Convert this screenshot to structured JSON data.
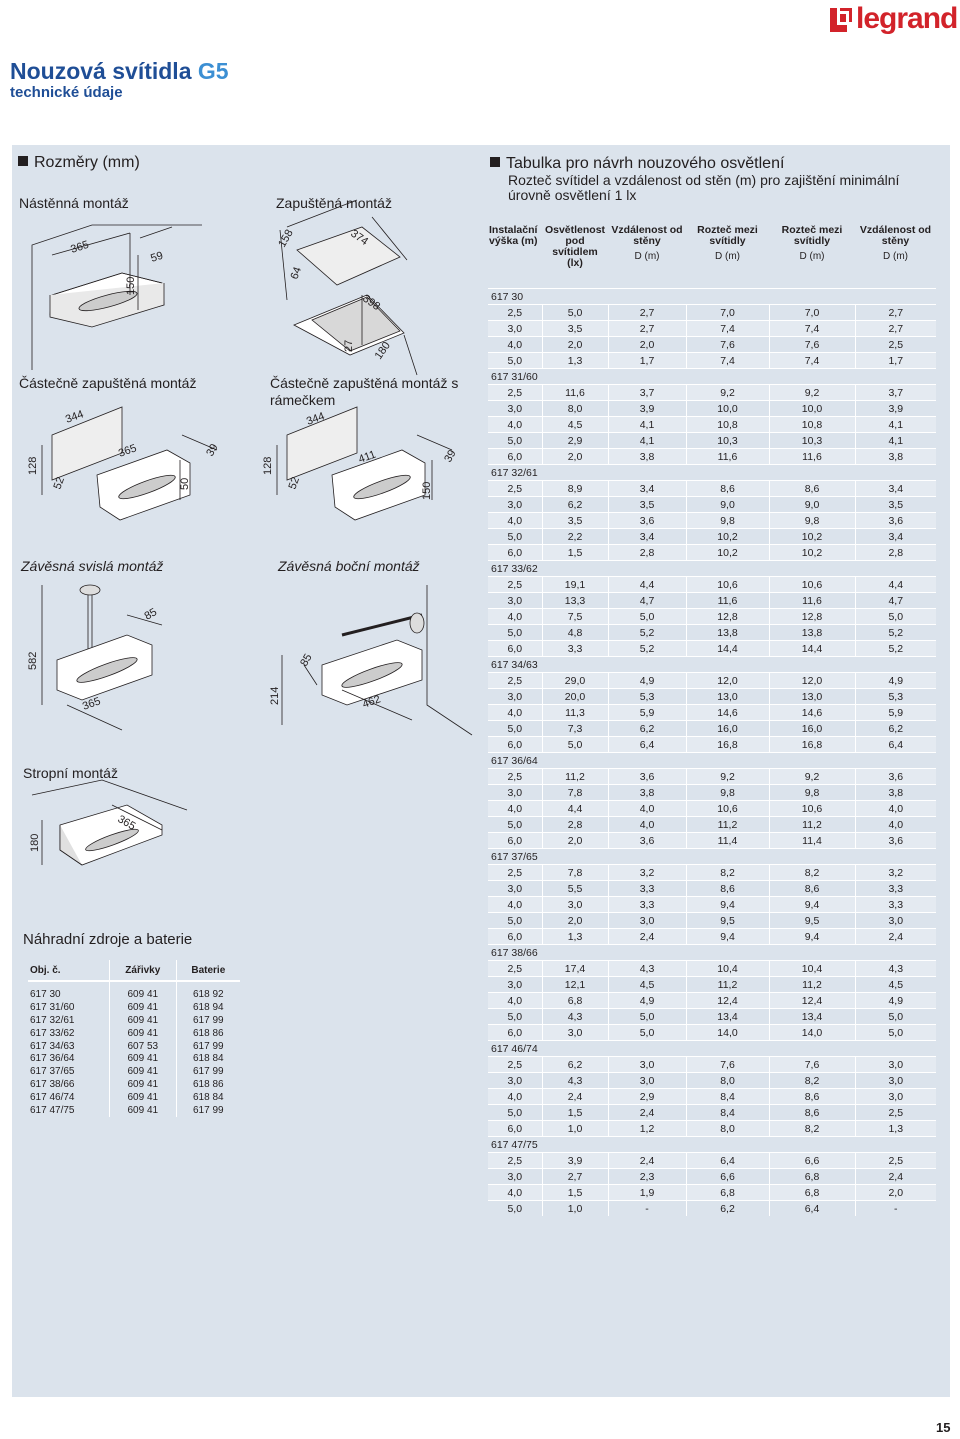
{
  "brand": {
    "name": "legrand",
    "color": "#d2232a"
  },
  "header": {
    "title_main": "Nouzová svítidla",
    "title_accent": "G5",
    "subtitle": "technické údaje"
  },
  "dimensions": {
    "heading": "Rozměry (mm)",
    "labels": {
      "wall": "Nástěnná montáž",
      "recessed": "Zapuštěná montáž",
      "semi_recessed": "Částečně zapuštěná montáž",
      "semi_recessed_frame": "Částečně zapuštěná montáž s rámečkem",
      "pendant_vertical": "Závěsná svislá montáž",
      "pendant_side": "Závěsná boční montáž",
      "ceiling": "Stropní montáž"
    },
    "dims": {
      "wall": [
        "365",
        "59",
        "150"
      ],
      "recessed": [
        "158",
        "374",
        "64",
        "398",
        "27",
        "180"
      ],
      "semi_recessed": [
        "344",
        "128",
        "365",
        "52",
        "50",
        "39"
      ],
      "semi_recessed_frame": [
        "344",
        "128",
        "411",
        "52",
        "150",
        "39"
      ],
      "pendant_vertical": [
        "582",
        "85",
        "365"
      ],
      "pendant_side": [
        "214",
        "85",
        "462"
      ],
      "ceiling": [
        "180",
        "365"
      ]
    }
  },
  "spares": {
    "heading": "Náhradní zdroje a baterie",
    "columns": [
      "Obj. č.",
      "Zářivky",
      "Baterie"
    ],
    "rows": [
      [
        "617 30",
        "609 41",
        "618 92"
      ],
      [
        "617 31/60",
        "609 41",
        "618 94"
      ],
      [
        "617 32/61",
        "609 41",
        "617 99"
      ],
      [
        "617 33/62",
        "609 41",
        "618 86"
      ],
      [
        "617 34/63",
        "607 53",
        "617 99"
      ],
      [
        "617 36/64",
        "609 41",
        "618 84"
      ],
      [
        "617 37/65",
        "609 41",
        "617 99"
      ],
      [
        "617 38/66",
        "609 41",
        "618 86"
      ],
      [
        "617 46/74",
        "609 41",
        "618 84"
      ],
      [
        "617 47/75",
        "609 41",
        "617 99"
      ]
    ]
  },
  "design_table": {
    "heading": "Tabulka pro návrh nouzového osvětlení",
    "subheading": "Rozteč svítidel a vzdálenost od stěn (m) pro zajištění minimální úrovně osvětlení 1 lx",
    "columns": [
      "Instalační výška (m)",
      "Osvětlenost pod svítidlem (lx)",
      "Vzdálenost od stěny",
      "Rozteč mezi svítidly",
      "Rozteč mezi svítidly",
      "Vzdálenost od stěny"
    ],
    "d_label": "D (m)",
    "groups": [
      {
        "name": "617 30",
        "rows": [
          [
            "2,5",
            "5,0",
            "2,7",
            "7,0",
            "7,0",
            "2,7"
          ],
          [
            "3,0",
            "3,5",
            "2,7",
            "7,4",
            "7,4",
            "2,7"
          ],
          [
            "4,0",
            "2,0",
            "2,0",
            "7,6",
            "7,6",
            "2,5"
          ],
          [
            "5,0",
            "1,3",
            "1,7",
            "7,4",
            "7,4",
            "1,7"
          ]
        ]
      },
      {
        "name": "617 31/60",
        "rows": [
          [
            "2,5",
            "11,6",
            "3,7",
            "9,2",
            "9,2",
            "3,7"
          ],
          [
            "3,0",
            "8,0",
            "3,9",
            "10,0",
            "10,0",
            "3,9"
          ],
          [
            "4,0",
            "4,5",
            "4,1",
            "10,8",
            "10,8",
            "4,1"
          ],
          [
            "5,0",
            "2,9",
            "4,1",
            "10,3",
            "10,3",
            "4,1"
          ],
          [
            "6,0",
            "2,0",
            "3,8",
            "11,6",
            "11,6",
            "3,8"
          ]
        ]
      },
      {
        "name": "617 32/61",
        "rows": [
          [
            "2,5",
            "8,9",
            "3,4",
            "8,6",
            "8,6",
            "3,4"
          ],
          [
            "3,0",
            "6,2",
            "3,5",
            "9,0",
            "9,0",
            "3,5"
          ],
          [
            "4,0",
            "3,5",
            "3,6",
            "9,8",
            "9,8",
            "3,6"
          ],
          [
            "5,0",
            "2,2",
            "3,4",
            "10,2",
            "10,2",
            "3,4"
          ],
          [
            "6,0",
            "1,5",
            "2,8",
            "10,2",
            "10,2",
            "2,8"
          ]
        ]
      },
      {
        "name": "617 33/62",
        "rows": [
          [
            "2,5",
            "19,1",
            "4,4",
            "10,6",
            "10,6",
            "4,4"
          ],
          [
            "3,0",
            "13,3",
            "4,7",
            "11,6",
            "11,6",
            "4,7"
          ],
          [
            "4,0",
            "7,5",
            "5,0",
            "12,8",
            "12,8",
            "5,0"
          ],
          [
            "5,0",
            "4,8",
            "5,2",
            "13,8",
            "13,8",
            "5,2"
          ],
          [
            "6,0",
            "3,3",
            "5,2",
            "14,4",
            "14,4",
            "5,2"
          ]
        ]
      },
      {
        "name": "617 34/63",
        "rows": [
          [
            "2,5",
            "29,0",
            "4,9",
            "12,0",
            "12,0",
            "4,9"
          ],
          [
            "3,0",
            "20,0",
            "5,3",
            "13,0",
            "13,0",
            "5,3"
          ],
          [
            "4,0",
            "11,3",
            "5,9",
            "14,6",
            "14,6",
            "5,9"
          ],
          [
            "5,0",
            "7,3",
            "6,2",
            "16,0",
            "16,0",
            "6,2"
          ],
          [
            "6,0",
            "5,0",
            "6,4",
            "16,8",
            "16,8",
            "6,4"
          ]
        ]
      },
      {
        "name": "617 36/64",
        "rows": [
          [
            "2,5",
            "11,2",
            "3,6",
            "9,2",
            "9,2",
            "3,6"
          ],
          [
            "3,0",
            "7,8",
            "3,8",
            "9,8",
            "9,8",
            "3,8"
          ],
          [
            "4,0",
            "4,4",
            "4,0",
            "10,6",
            "10,6",
            "4,0"
          ],
          [
            "5,0",
            "2,8",
            "4,0",
            "11,2",
            "11,2",
            "4,0"
          ],
          [
            "6,0",
            "2,0",
            "3,6",
            "11,4",
            "11,4",
            "3,6"
          ]
        ]
      },
      {
        "name": "617 37/65",
        "rows": [
          [
            "2,5",
            "7,8",
            "3,2",
            "8,2",
            "8,2",
            "3,2"
          ],
          [
            "3,0",
            "5,5",
            "3,3",
            "8,6",
            "8,6",
            "3,3"
          ],
          [
            "4,0",
            "3,0",
            "3,3",
            "9,4",
            "9,4",
            "3,3"
          ],
          [
            "5,0",
            "2,0",
            "3,0",
            "9,5",
            "9,5",
            "3,0"
          ],
          [
            "6,0",
            "1,3",
            "2,4",
            "9,4",
            "9,4",
            "2,4"
          ]
        ]
      },
      {
        "name": "617 38/66",
        "rows": [
          [
            "2,5",
            "17,4",
            "4,3",
            "10,4",
            "10,4",
            "4,3"
          ],
          [
            "3,0",
            "12,1",
            "4,5",
            "11,2",
            "11,2",
            "4,5"
          ],
          [
            "4,0",
            "6,8",
            "4,9",
            "12,4",
            "12,4",
            "4,9"
          ],
          [
            "5,0",
            "4,3",
            "5,0",
            "13,4",
            "13,4",
            "5,0"
          ],
          [
            "6,0",
            "3,0",
            "5,0",
            "14,0",
            "14,0",
            "5,0"
          ]
        ]
      },
      {
        "name": "617 46/74",
        "rows": [
          [
            "2,5",
            "6,2",
            "3,0",
            "7,6",
            "7,6",
            "3,0"
          ],
          [
            "3,0",
            "4,3",
            "3,0",
            "8,0",
            "8,2",
            "3,0"
          ],
          [
            "4,0",
            "2,4",
            "2,9",
            "8,4",
            "8,6",
            "3,0"
          ],
          [
            "5,0",
            "1,5",
            "2,4",
            "8,4",
            "8,6",
            "2,5"
          ],
          [
            "6,0",
            "1,0",
            "1,2",
            "8,0",
            "8,2",
            "1,3"
          ]
        ]
      },
      {
        "name": "617 47/75",
        "rows": [
          [
            "2,5",
            "3,9",
            "2,4",
            "6,4",
            "6,6",
            "2,5"
          ],
          [
            "3,0",
            "2,7",
            "2,3",
            "6,6",
            "6,8",
            "2,4"
          ],
          [
            "4,0",
            "1,5",
            "1,9",
            "6,8",
            "6,8",
            "2,0"
          ],
          [
            "5,0",
            "1,0",
            "-",
            "6,2",
            "6,4",
            "-"
          ]
        ]
      }
    ]
  },
  "page_number": "15",
  "colors": {
    "title": "#1f4e96",
    "accent": "#3c8fd3",
    "panel": "#dbe3ec",
    "row_alt": "#e4eaf1",
    "line": "#231f20"
  }
}
